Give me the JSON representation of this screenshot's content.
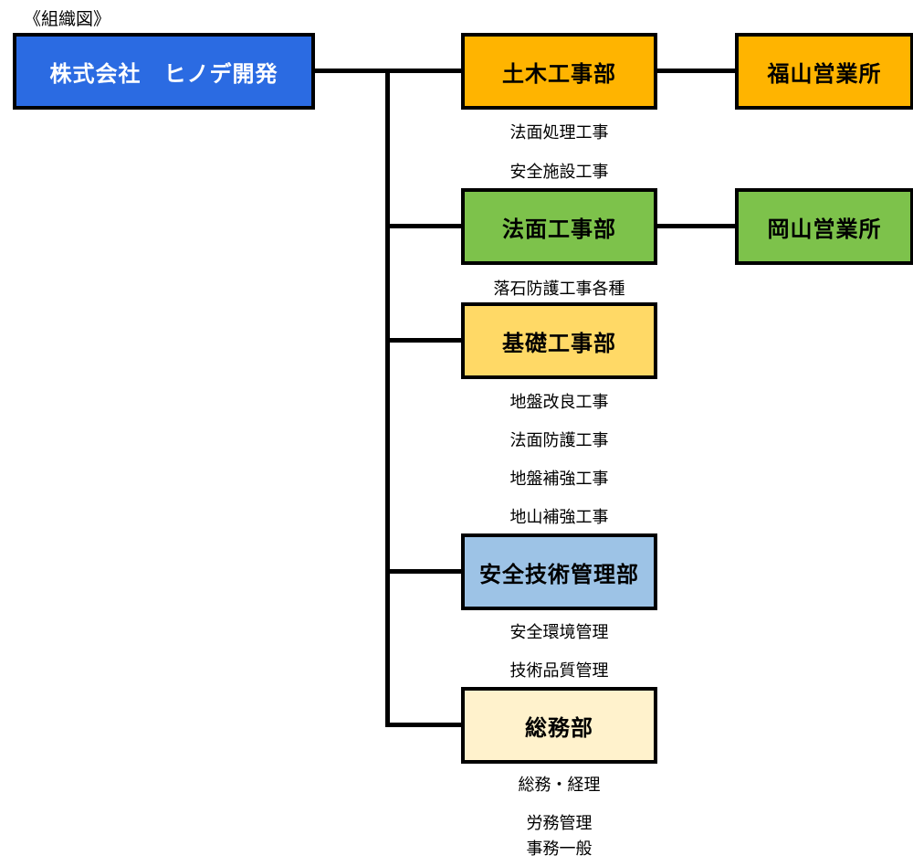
{
  "title": "《組織図》",
  "line_color": "#000000",
  "root": {
    "label": "株式会社　ヒノデ開発",
    "color": "#2B6BE2",
    "text_color": "#FFFFFF"
  },
  "departments": [
    {
      "label": "土木工事部",
      "color": "#FFB400",
      "sub_items": [
        "法面処理工事",
        "安全施設工事"
      ],
      "branch": {
        "label": "福山営業所",
        "color": "#FFB400"
      }
    },
    {
      "label": "法面工事部",
      "color": "#7DC24B",
      "sub_items": [
        "落石防護工事各種"
      ],
      "branch": {
        "label": "岡山営業所",
        "color": "#7DC24B"
      }
    },
    {
      "label": "基礎工事部",
      "color": "#FFD966",
      "sub_items": [
        "地盤改良工事",
        "法面防護工事",
        "地盤補強工事",
        "地山補強工事"
      ]
    },
    {
      "label": "安全技術管理部",
      "color": "#9DC3E6",
      "sub_items": [
        "安全環境管理",
        "技術品質管理"
      ]
    },
    {
      "label": "総務部",
      "color": "#FFF2CC",
      "sub_items": [
        "総務・経理",
        "労務管理",
        "事務一般"
      ]
    }
  ]
}
